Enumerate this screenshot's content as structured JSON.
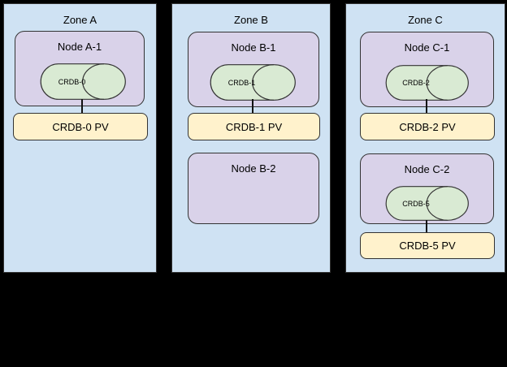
{
  "colors": {
    "background": "#000000",
    "zone_fill": "#cfe2f3",
    "node_fill": "#d9d2e9",
    "db_fill": "#d9ead3",
    "pv_fill": "#fff2cc",
    "border": "#333333"
  },
  "diagram": {
    "zones": [
      {
        "label": "Zone A",
        "nodes": [
          {
            "label": "Node A-1",
            "db": "CRDB-0",
            "pv": "CRDB-0 PV"
          }
        ]
      },
      {
        "label": "Zone B",
        "nodes": [
          {
            "label": "Node B-1",
            "db": "CRDB-1",
            "pv": "CRDB-1 PV"
          },
          {
            "label": "Node B-2"
          }
        ]
      },
      {
        "label": "Zone C",
        "nodes": [
          {
            "label": "Node C-1",
            "db": "CRDB-2",
            "pv": "CRDB-2 PV"
          },
          {
            "label": "Node C-2",
            "db": "CRDB-5",
            "pv": "CRDB-5 PV"
          }
        ]
      }
    ]
  }
}
